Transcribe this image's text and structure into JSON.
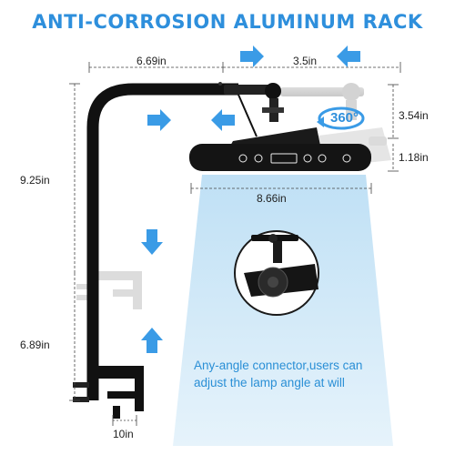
{
  "title": "ANTI-CORROSION ALUMINUM RACK",
  "dimensions": {
    "arm_length": "6.69in",
    "extension": "3.5in",
    "connector_height": "3.54in",
    "lamp_height": "1.18in",
    "lamp_width": "8.66in",
    "upper_height": "9.25in",
    "lower_height": "6.89in",
    "clamp_width": "10in"
  },
  "rotation_label": "360°",
  "caption": {
    "line1": "Any-angle connector,users can",
    "line2": "adjust the lamp angle at will"
  },
  "colors": {
    "accent_blue": "#2e8fdc",
    "arrow_blue": "#3a9be6",
    "rack_black": "#111111",
    "light_beam": "#cfe7f7"
  },
  "icons": [
    "arrow-right-icon",
    "arrow-left-icon",
    "arrow-down-icon",
    "arrow-up-icon",
    "rotate-360-icon"
  ]
}
